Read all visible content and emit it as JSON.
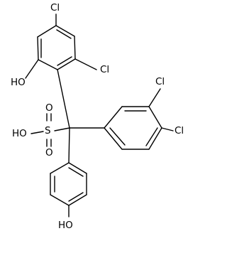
{
  "molecule": {
    "atoms": {
      "cl_top": "Cl",
      "cl_upper_right": "Cl",
      "oh_phenol_upper": "HO",
      "sulfonic_oh": "HO",
      "sulfur": "S",
      "sulfonyl_o_upper": "O",
      "sulfonyl_o_lower": "O",
      "cl_meta": "Cl",
      "cl_para": "Cl",
      "oh_phenol_bottom": "HO"
    }
  }
}
